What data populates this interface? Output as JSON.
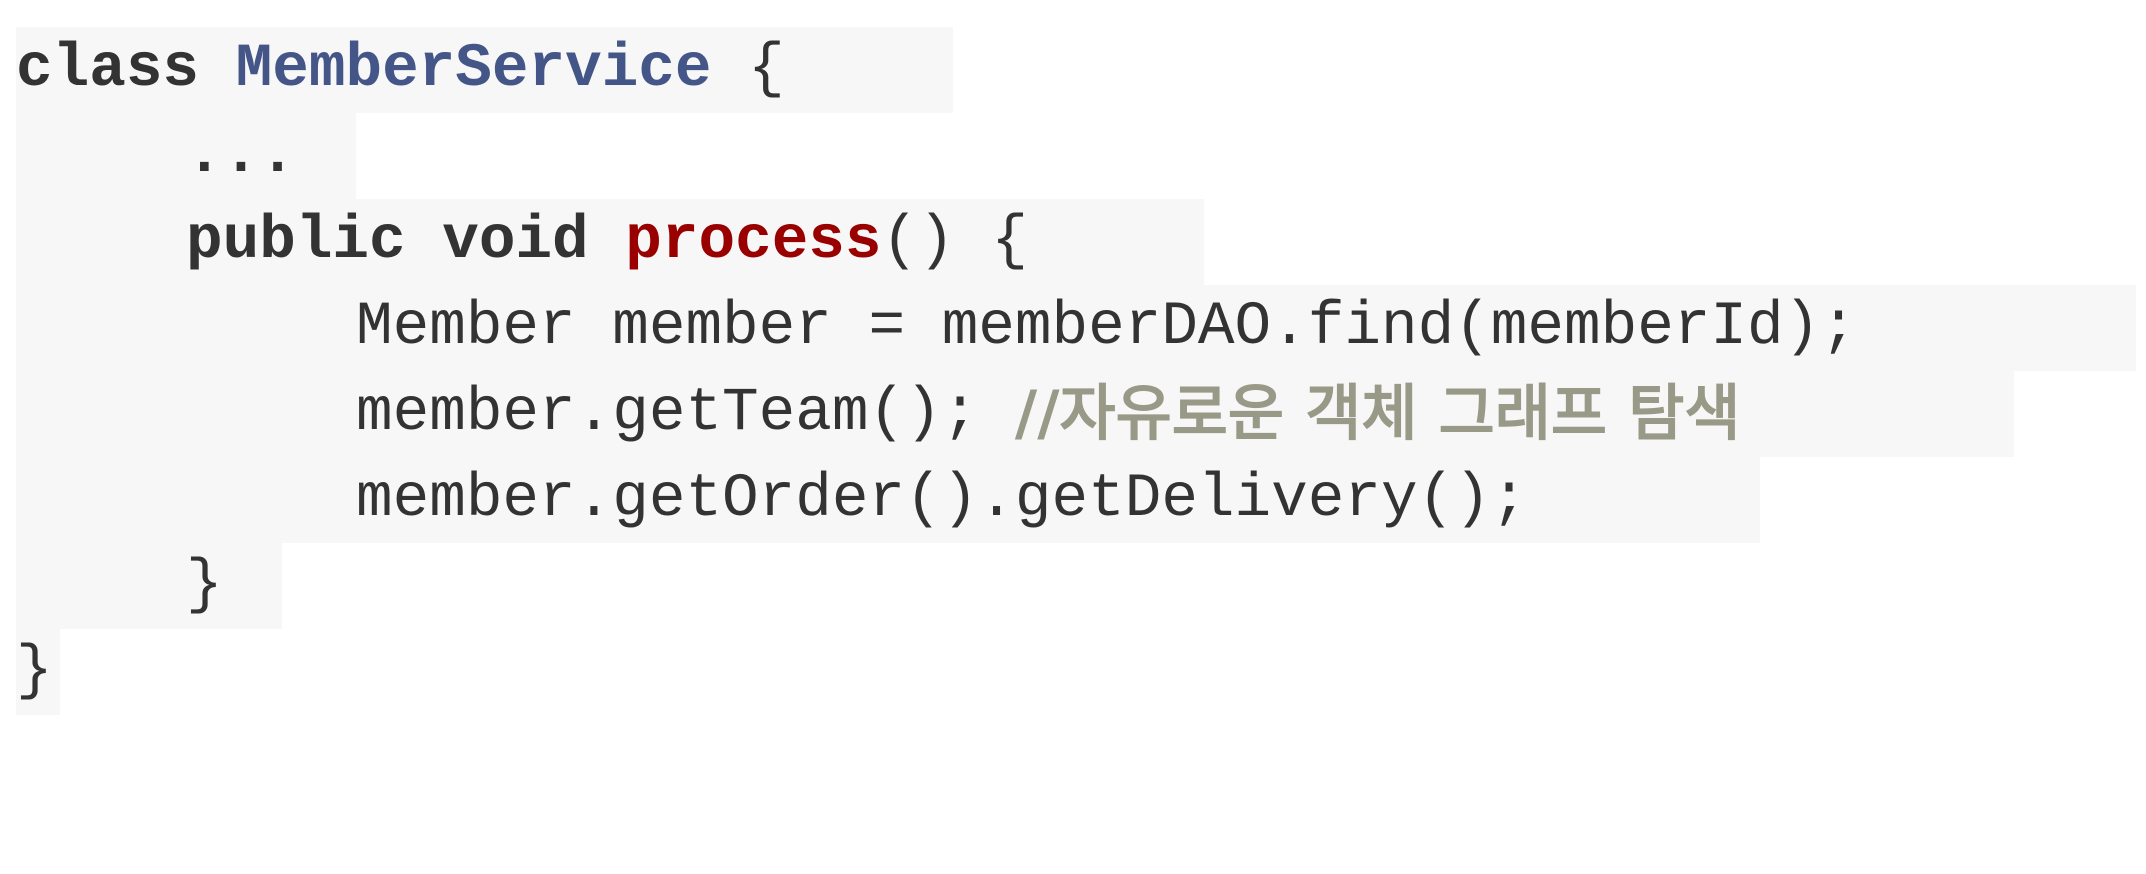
{
  "code": {
    "line1": {
      "keyword": "class",
      "class_name": "MemberService",
      "brace": "{"
    },
    "line2": {
      "text": "..."
    },
    "line3": {
      "modifiers": "public void",
      "method_name": "process",
      "signature": "() {"
    },
    "line4": {
      "text": "Member member = memberDAO.find(memberId);"
    },
    "line5": {
      "text": "member.getTeam();",
      "comment": "//자유로운 객체 그래프 탐색"
    },
    "line6": {
      "text": "member.getOrder().getDelivery();"
    },
    "line7": {
      "text": "}"
    },
    "line8": {
      "text": "}"
    }
  },
  "colors": {
    "keyword": "#333333",
    "class_name": "#445588",
    "method_name": "#990000",
    "comment": "#999988",
    "background": "#f7f7f7"
  }
}
